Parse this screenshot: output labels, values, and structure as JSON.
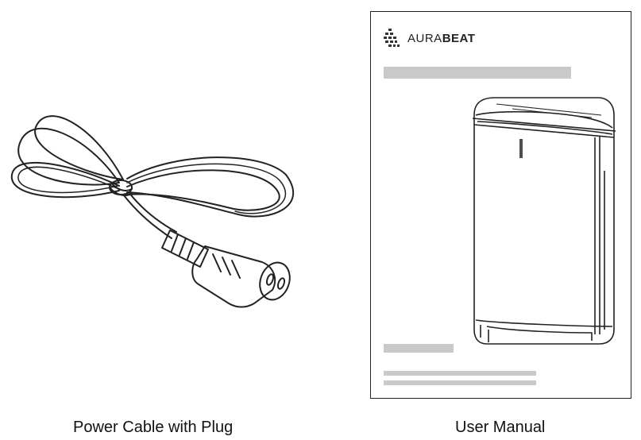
{
  "items": [
    {
      "caption": "Power Cable with Plug",
      "icon": "power-cable-icon"
    },
    {
      "caption": "User Manual",
      "icon": "user-manual-booklet",
      "manual": {
        "brand_light": "AURA",
        "brand_bold": "BEAT",
        "logo_icon": "aurabeat-logo-icon",
        "cover_image": "air-purifier-illustration",
        "placeholder_color": "#c9c9c9"
      }
    }
  ]
}
